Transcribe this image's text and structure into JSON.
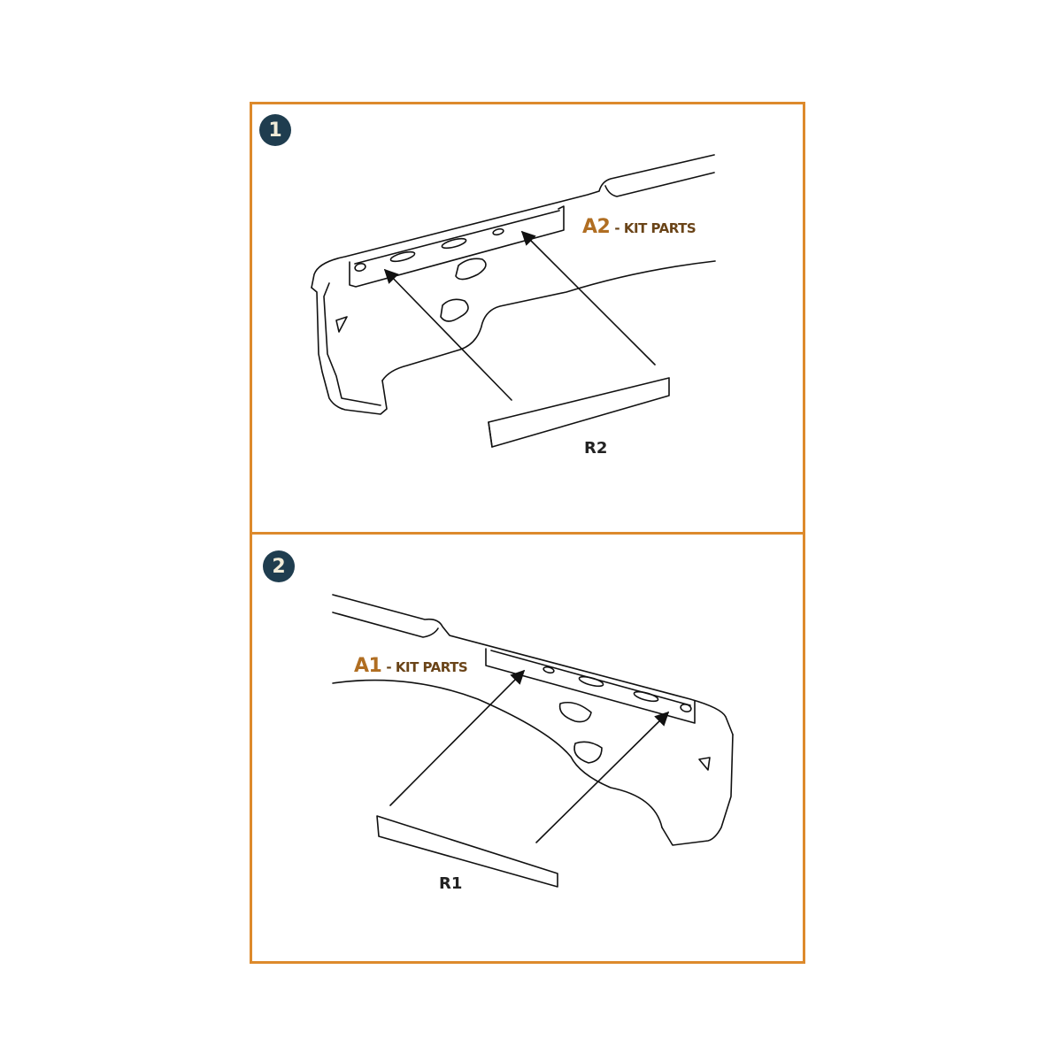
{
  "colors": {
    "frame": "#dd8a2c",
    "badge_bg": "#1f3d4f",
    "badge_text": "#f1ecd8",
    "label": "#b06e22",
    "line": "#111111"
  },
  "steps": [
    {
      "number": "1",
      "kit_part": "A2",
      "kit_suffix": "- KIT PARTS",
      "resin_part": "R2"
    },
    {
      "number": "2",
      "kit_part": "A1",
      "kit_suffix": "- KIT PARTS",
      "resin_part": "R1"
    }
  ]
}
